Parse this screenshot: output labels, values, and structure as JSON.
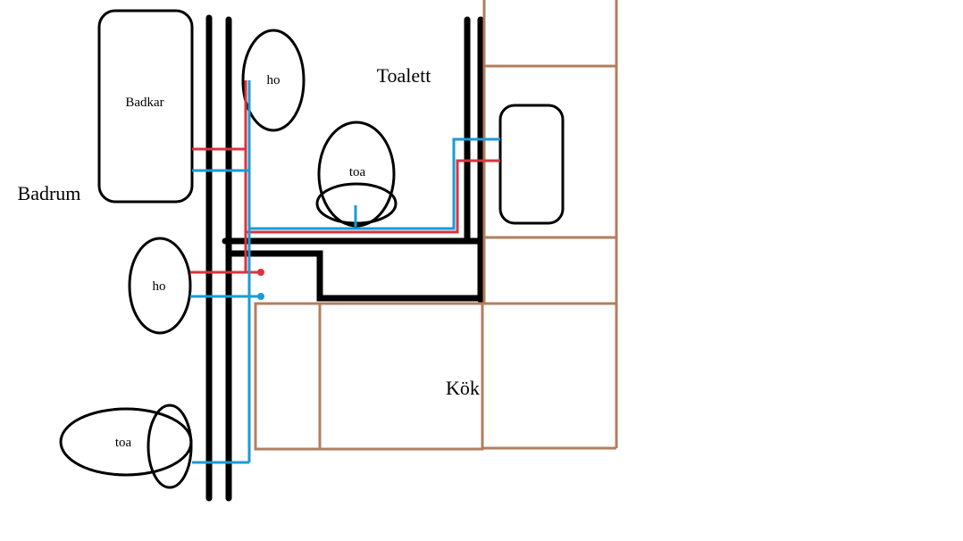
{
  "labels": {
    "badrum": "Badrum",
    "toalett": "Toalett",
    "kok": "Kök",
    "badkar": "Badkar",
    "ho_toalett": "ho",
    "toa_toalett": "toa",
    "ho_badrum": "ho",
    "toa_badrum": "toa"
  },
  "colors": {
    "wall": "#000000",
    "cabinet": "#b07f5f",
    "hot_water": "#d9333f",
    "cold_water": "#1a9bd7"
  }
}
